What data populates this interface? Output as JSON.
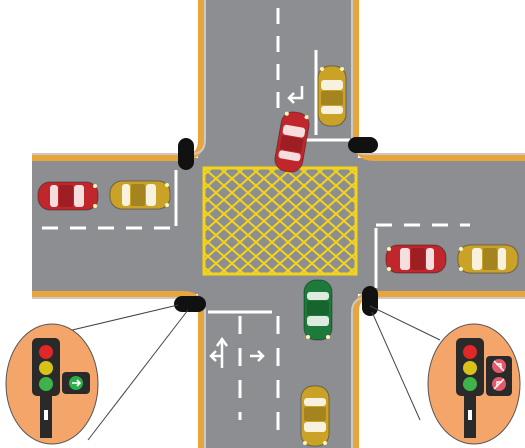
{
  "scene": {
    "colors": {
      "background": "#ffffff",
      "road": "#8c8e91",
      "curb": "#e8a53b",
      "curb_light": "#f2c27a",
      "lane_line": "#ffffff",
      "box_junction": "#f4d418",
      "pole": "#111111",
      "signal_bubble": "#f4a56a",
      "signal_housing": "#2a2a2a"
    },
    "cars": [
      {
        "name": "car-north-southbound-yellow",
        "color": "#c9a227",
        "direction": "south"
      },
      {
        "name": "car-north-turning-red",
        "color": "#c0272d",
        "direction": "south-west"
      },
      {
        "name": "car-west-red",
        "color": "#c0272d",
        "direction": "east"
      },
      {
        "name": "car-west-yellow",
        "color": "#c9a227",
        "direction": "east"
      },
      {
        "name": "car-east-red",
        "color": "#c0272d",
        "direction": "west"
      },
      {
        "name": "car-east-yellow",
        "color": "#c9a227",
        "direction": "west"
      },
      {
        "name": "car-south-green",
        "color": "#1e7a3a",
        "direction": "north"
      },
      {
        "name": "car-south-yellow",
        "color": "#c9a227",
        "direction": "north"
      }
    ],
    "lane_arrows": [
      {
        "name": "arrow-left-turn-north",
        "icon": "left-turn-arrow-icon"
      },
      {
        "name": "arrow-left-straight-south",
        "icon": "left-straight-arrow-icon"
      },
      {
        "name": "arrow-right-south",
        "icon": "right-arrow-icon"
      }
    ],
    "signals": [
      {
        "name": "signal-left",
        "lamps": [
          "red",
          "yellow",
          "green"
        ],
        "aux_lamp": {
          "color": "#2eae4a",
          "icon": "right-turn-arrow-icon"
        }
      },
      {
        "name": "signal-right",
        "lamps": [
          "red",
          "yellow",
          "green"
        ],
        "aux_lamps": [
          {
            "color": "#e35a6a",
            "icon": "no-left-turn-icon"
          },
          {
            "color": "#e35a6a",
            "icon": "no-right-turn-icon"
          }
        ]
      }
    ]
  }
}
